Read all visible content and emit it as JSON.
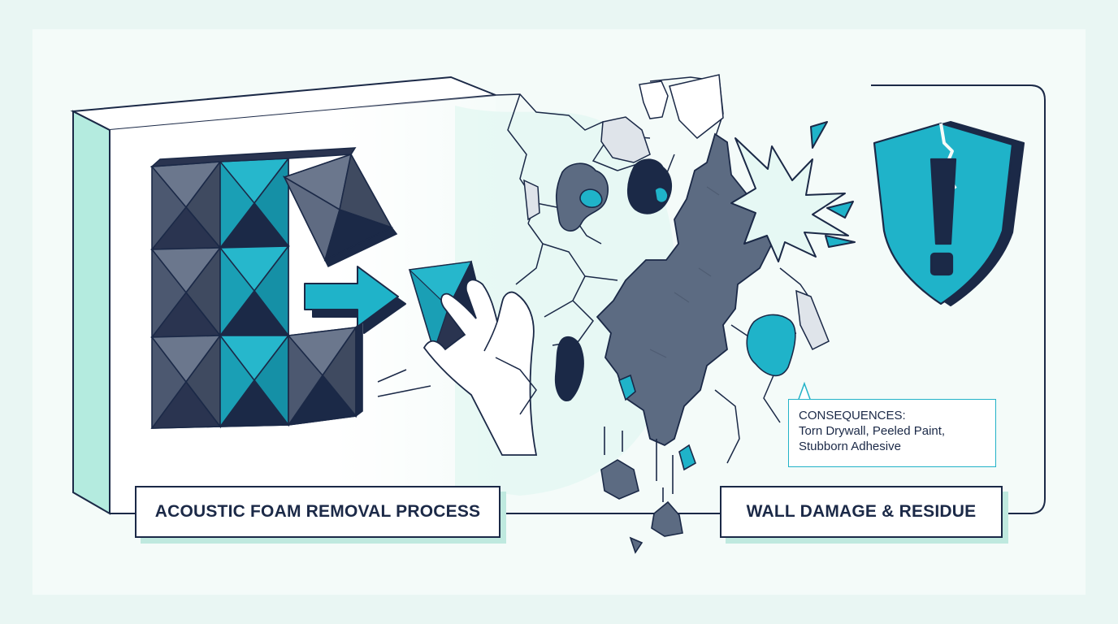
{
  "labels": {
    "left": "ACOUSTIC FOAM REMOVAL PROCESS",
    "right": "WALL DAMAGE & RESIDUE"
  },
  "callout": {
    "heading": "CONSEQUENCES:",
    "body": "Torn Drywall, Peeled Paint, Stubborn Adhesive"
  },
  "colors": {
    "background": "#e9f6f3",
    "navy": "#1b2947",
    "teal": "#1fb3c9",
    "slate": "#5c6b82",
    "mint": "#b9ece0"
  },
  "icons": [
    "foam-panel-icon",
    "arrow-right-icon",
    "hand-icon",
    "impact-burst-icon",
    "broken-shield-warning-icon"
  ]
}
